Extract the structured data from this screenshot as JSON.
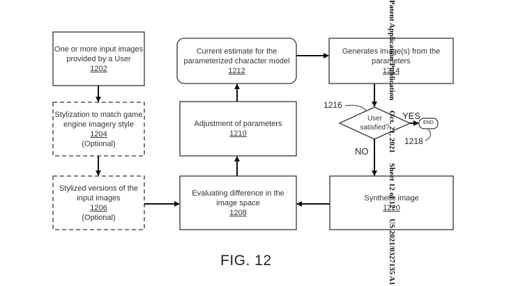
{
  "header": {
    "publication": "Patent Application Publication",
    "date": "Oct. 21, 2021",
    "sheet": "Sheet 12 of 12",
    "number": "US 2021/0327135 A1"
  },
  "figure_label": "FIG. 12",
  "nodes": {
    "n1202": {
      "text": [
        "One or more input images",
        "provided by a User"
      ],
      "ref": "1202",
      "style": "solid"
    },
    "n1204": {
      "text": [
        "Stylization to match game",
        "engine imagery style"
      ],
      "ref": "1204",
      "note": "(Optional)",
      "style": "dashed"
    },
    "n1206": {
      "text": [
        "Stylized versions of the",
        "input images"
      ],
      "ref": "1206",
      "note": "(Optional)",
      "style": "dashed"
    },
    "n1208": {
      "text": [
        "Evaluating difference in the",
        "image space"
      ],
      "ref": "1208",
      "style": "solid"
    },
    "n1210": {
      "text": [
        "Adjustment of parameters"
      ],
      "ref": "1210",
      "style": "solid"
    },
    "n1212": {
      "text": [
        "Current estimate for the",
        "parameterized character model"
      ],
      "ref": "1212",
      "style": "rounded"
    },
    "n1214": {
      "text": [
        "Generates image(s) from the",
        "parameters"
      ],
      "ref": "1214",
      "style": "solid"
    },
    "n1216": {
      "text": [
        "User",
        "satisfied?"
      ],
      "ref": "1216",
      "style": "diamond"
    },
    "n1218": {
      "text": "END",
      "ref": "1218",
      "style": "terminal"
    },
    "n1220": {
      "text": [
        "Synthetic image"
      ],
      "ref": "1220",
      "style": "solid"
    }
  },
  "edge_labels": {
    "yes": "YES",
    "no": "NO"
  },
  "edges": [
    {
      "from": "1202",
      "to": "1204"
    },
    {
      "from": "1204",
      "to": "1206"
    },
    {
      "from": "1206",
      "to": "1208"
    },
    {
      "from": "1208",
      "to": "1210"
    },
    {
      "from": "1210",
      "to": "1212"
    },
    {
      "from": "1212",
      "to": "1214"
    },
    {
      "from": "1214",
      "to": "1216"
    },
    {
      "from": "1216",
      "to": "1218",
      "label": "YES"
    },
    {
      "from": "1216",
      "to": "1220",
      "label": "NO"
    },
    {
      "from": "1220",
      "to": "1208"
    }
  ]
}
